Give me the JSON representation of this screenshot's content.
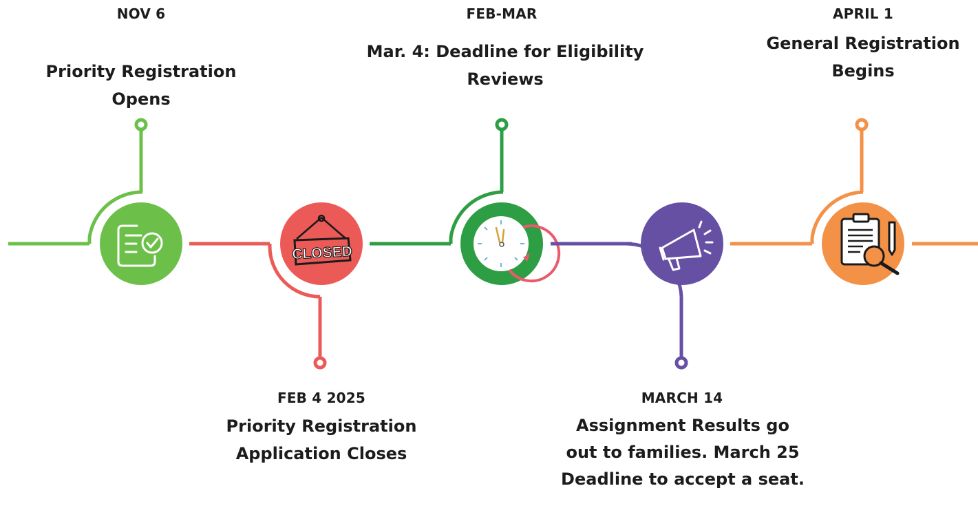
{
  "timeline": {
    "colors": {
      "green": "#6cc04a",
      "red": "#ec5a58",
      "dark_green": "#2e9e44",
      "purple": "#6650a4",
      "orange": "#f39146"
    },
    "milestones": [
      {
        "date": "NOV 6",
        "title": "Priority Registration Opens",
        "icon": "document-check-icon",
        "color": "#6cc04a",
        "position": "above"
      },
      {
        "date": "FEB 4 2025",
        "title": "Priority Registration Application Closes",
        "icon": "closed-sign-icon",
        "color": "#ec5a58",
        "position": "below"
      },
      {
        "date": "FEB-MAR",
        "title": "Mar. 4: Deadline for Eligibility Reviews",
        "icon": "clock-icon",
        "color": "#2e9e44",
        "position": "above"
      },
      {
        "date": "MARCH 14",
        "title": "Assignment Results go out to families.   March 25 Deadline to accept a seat.",
        "icon": "megaphone-icon",
        "color": "#6650a4",
        "position": "below"
      },
      {
        "date": "APRIL 1",
        "title": "General Registration Begins",
        "icon": "clipboard-search-icon",
        "color": "#f39146",
        "position": "above"
      }
    ],
    "closed_sign_text": "CLOSED"
  }
}
